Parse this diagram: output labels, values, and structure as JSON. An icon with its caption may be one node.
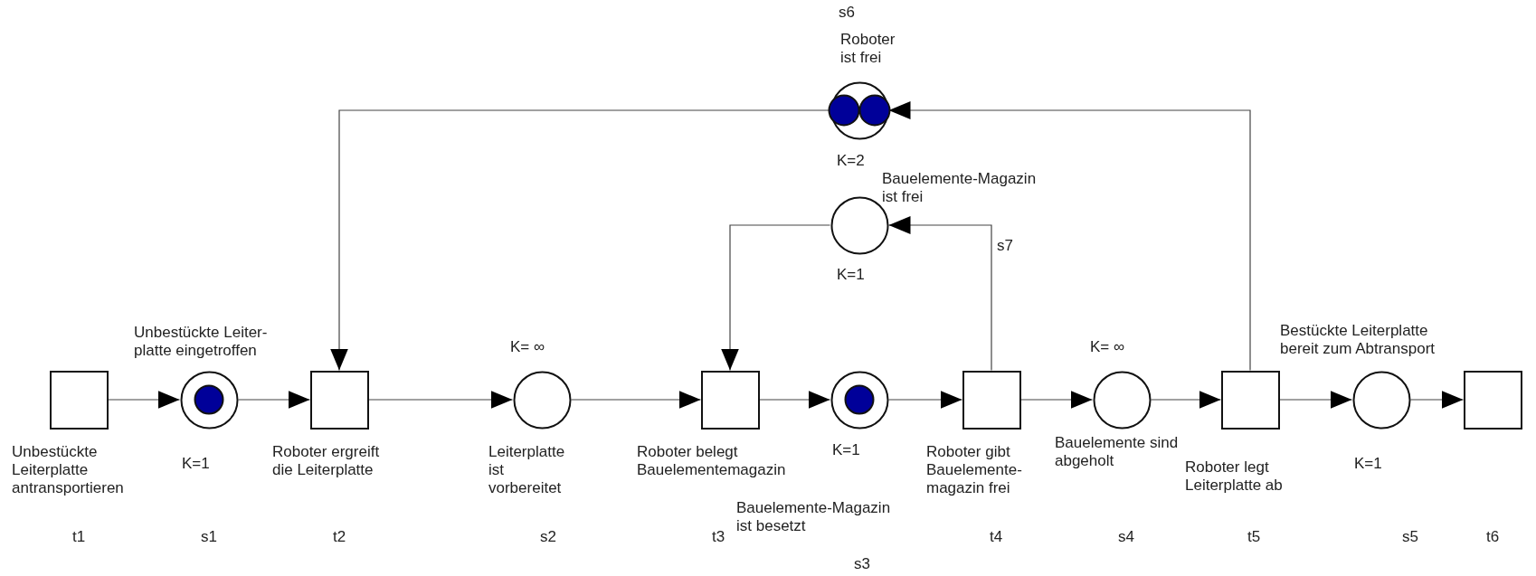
{
  "diagram": {
    "nodes": [
      {
        "text": [],
        "shape": "circle",
        "beside": [
          "s6",
          "Roboter ist frei",
          "K=2"
        ]
      },
      {
        "text": [],
        "shape": "circle",
        "in": 0
      },
      {
        "text": [],
        "shape": "circle",
        "in": 0
      },
      {
        "text": [],
        "shape": "circle",
        "beside": [
          "Bauelemente-Magazin ist frei",
          "K=1",
          "s7"
        ]
      },
      {
        "text": [],
        "shape": "box",
        "beside": [
          "Unbestückte Leiterplatte antransportieren"
        ]
      },
      {
        "text": [],
        "shape": "circle",
        "beside": [
          "Unbestückte Leiter- platte eingetroffen",
          "K=1"
        ]
      },
      {
        "text": [],
        "shape": "circle",
        "in": 5
      },
      {
        "text": [],
        "shape": "box",
        "beside": [
          "Roboter ergreift die Leiterplatte"
        ]
      },
      {
        "text": [],
        "shape": "circle",
        "beside": [
          "K= ∞",
          "Leiterplatte ist vorbereitet"
        ]
      },
      {
        "text": [],
        "shape": "box",
        "beside": [
          "Roboter belegt Bauelementemagazin"
        ]
      },
      {
        "text": [],
        "shape": "circle",
        "beside": [
          "K=1",
          "Bauelemente-Magazin ist besetzt"
        ]
      },
      {
        "text": [],
        "shape": "circle",
        "in": 10
      },
      {
        "text": [],
        "shape": "box",
        "beside": [
          "Roboter gibt Bauelemente- magazin frei"
        ]
      },
      {
        "text": [],
        "shape": "circle",
        "beside": [
          "K= ∞",
          "Bauelemente sind abgeholt"
        ]
      },
      {
        "text": [],
        "shape": "box",
        "beside": [
          "Roboter legt Leiterplatte ab"
        ]
      },
      {
        "text": [],
        "shape": "circle",
        "beside": [
          "Bestückte Leiterplatte bereit zum Abtransport",
          "K=1"
        ]
      },
      {
        "text": [],
        "shape": "box"
      }
    ],
    "edges": [
      {
        "from": 4,
        "to": 5,
        "arrow": "to"
      },
      {
        "from": 5,
        "to": 7,
        "arrow": "to"
      },
      {
        "from": 7,
        "to": 8,
        "arrow": "to"
      },
      {
        "from": 8,
        "to": 9,
        "arrow": "to"
      },
      {
        "from": 9,
        "to": 10,
        "arrow": "to"
      },
      {
        "from": 10,
        "to": 12,
        "arrow": "to"
      },
      {
        "from": 12,
        "to": 13,
        "arrow": "to"
      },
      {
        "from": 13,
        "to": 14,
        "arrow": "to"
      },
      {
        "from": 14,
        "to": 15,
        "arrow": "to"
      },
      {
        "from": 15,
        "to": 16,
        "arrow": "to"
      },
      {
        "from": 0,
        "to": 7,
        "arrow": "to"
      },
      {
        "from": 14,
        "to": 0,
        "arrow": "to"
      },
      {
        "from": 3,
        "to": 9,
        "arrow": "to"
      },
      {
        "from": 12,
        "to": 3,
        "arrow": "to"
      }
    ],
    "labels": [
      "t1",
      "s1",
      "t2",
      "s2",
      "t3",
      "t4",
      "s4",
      "t5",
      "s5",
      "t6",
      "s3"
    ]
  }
}
